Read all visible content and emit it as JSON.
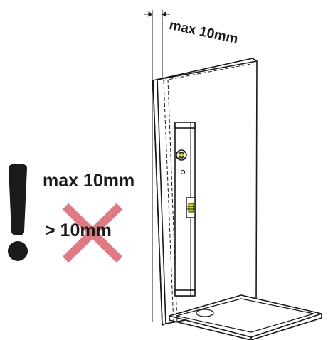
{
  "labels": {
    "top_tolerance": "max 10mm",
    "allowed_deviation": "max 10mm",
    "not_allowed_deviation": "> 10mm"
  },
  "colors": {
    "line": "#1a1a1a",
    "warning_mark": "#1a1a1a",
    "cross": "#e07a80",
    "level_vial": "#c8d400"
  },
  "icons": {
    "warning": "exclamation-icon",
    "not_allowed": "red-cross-icon"
  }
}
